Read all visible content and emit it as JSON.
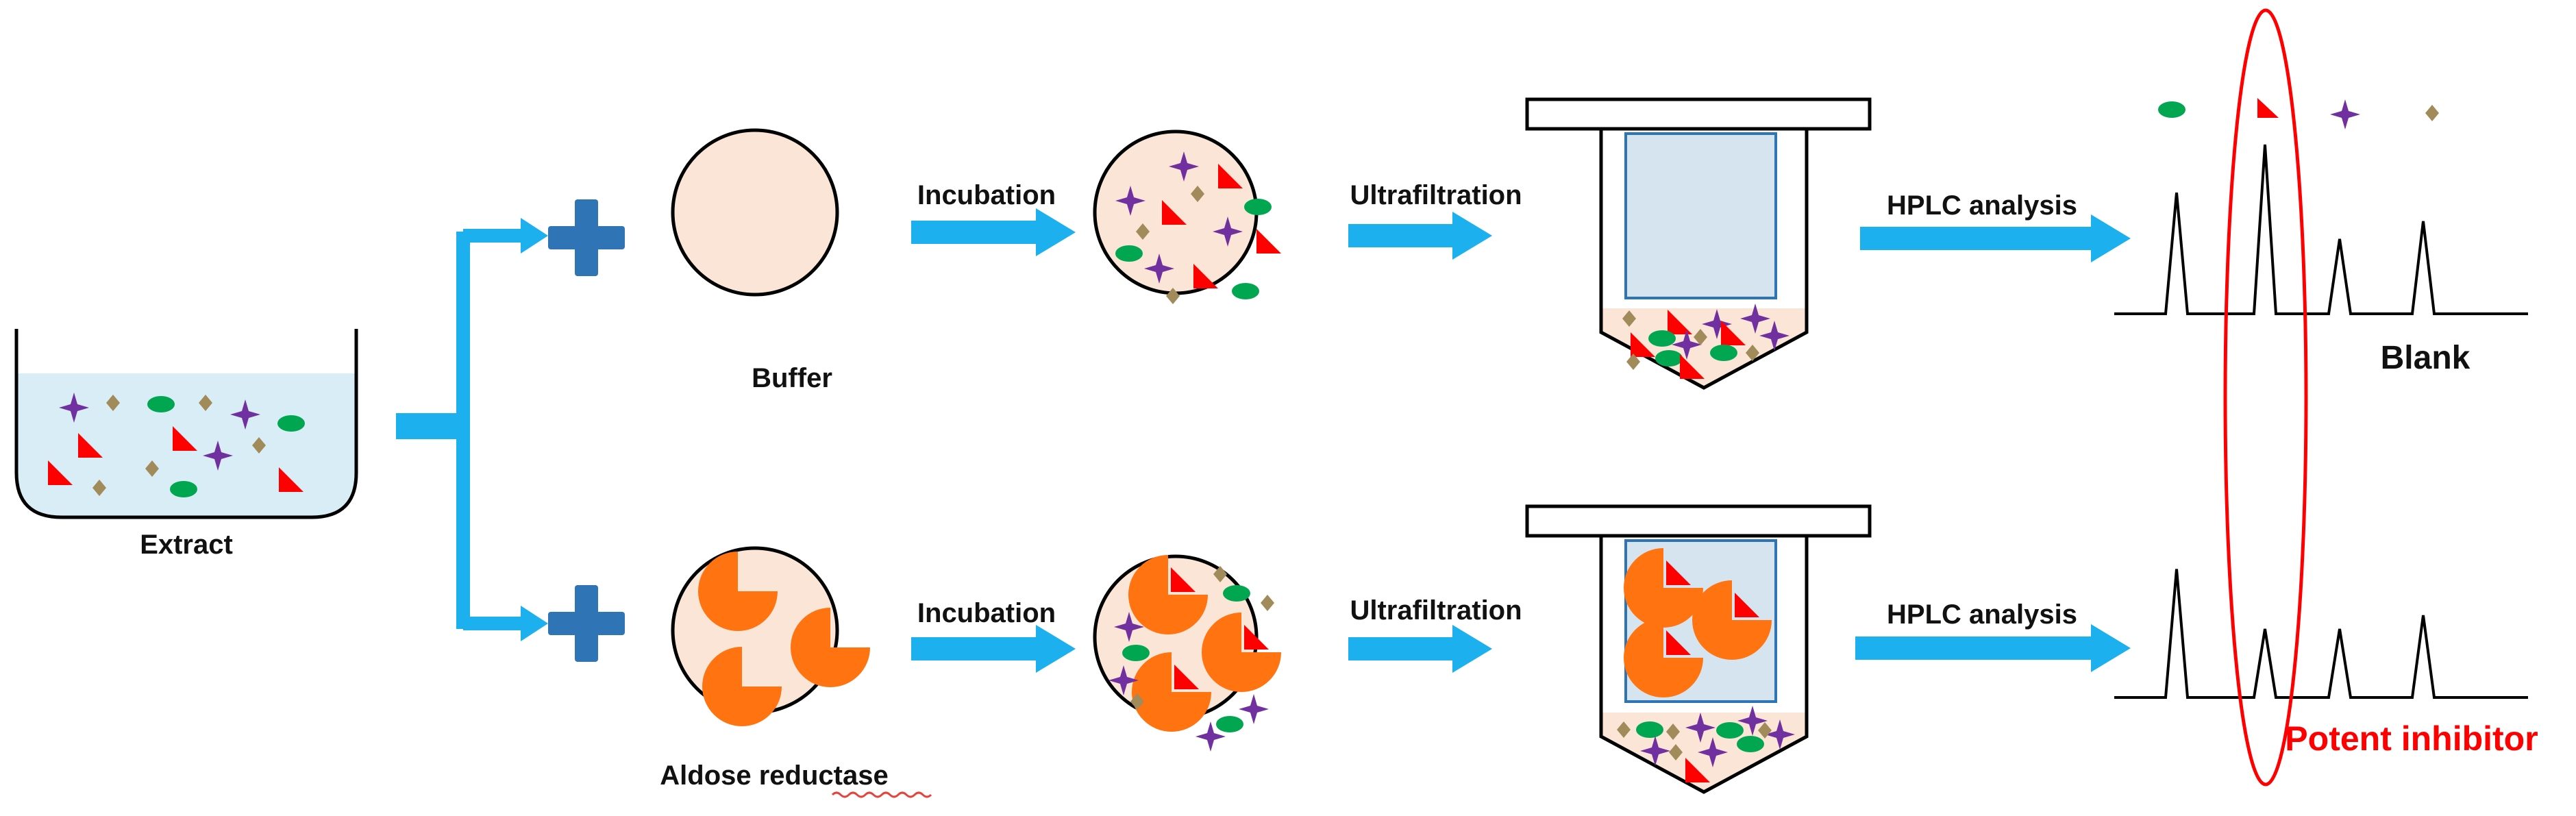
{
  "labels": {
    "extract": "Extract",
    "buffer": "Buffer",
    "aldose_reductase": "Aldose reductase",
    "incubation": "Incubation",
    "ultrafiltration": "Ultrafiltration",
    "hplc_analysis": "HPLC analysis",
    "blank": "Blank",
    "potent_inhibitor": "Potent inhibitor"
  },
  "chromatograms": {
    "blank_peak_heights": [
      0.68,
      0.95,
      0.42,
      0.52
    ],
    "inhibitor_peak_heights": [
      0.75,
      0.4,
      0.4,
      0.48
    ],
    "highlighted_peak": 2
  },
  "legend_icons": [
    "green-ellipse",
    "red-triangle",
    "purple-star",
    "brown-diamond"
  ],
  "colors": {
    "arrow": "#1cb0ee",
    "plus": "#2f74b5",
    "buffer_fill": "#fbe5d6",
    "extract_fill": "#d9edf6",
    "enzyme": "#ff7410",
    "red": "#ff0000",
    "green": "#00a650",
    "purple": "#7030a0",
    "diamond": "#a28b5a",
    "filter": "#d6e4ef",
    "filter_border": "#2e75b6",
    "highlight": "#ff0000"
  }
}
